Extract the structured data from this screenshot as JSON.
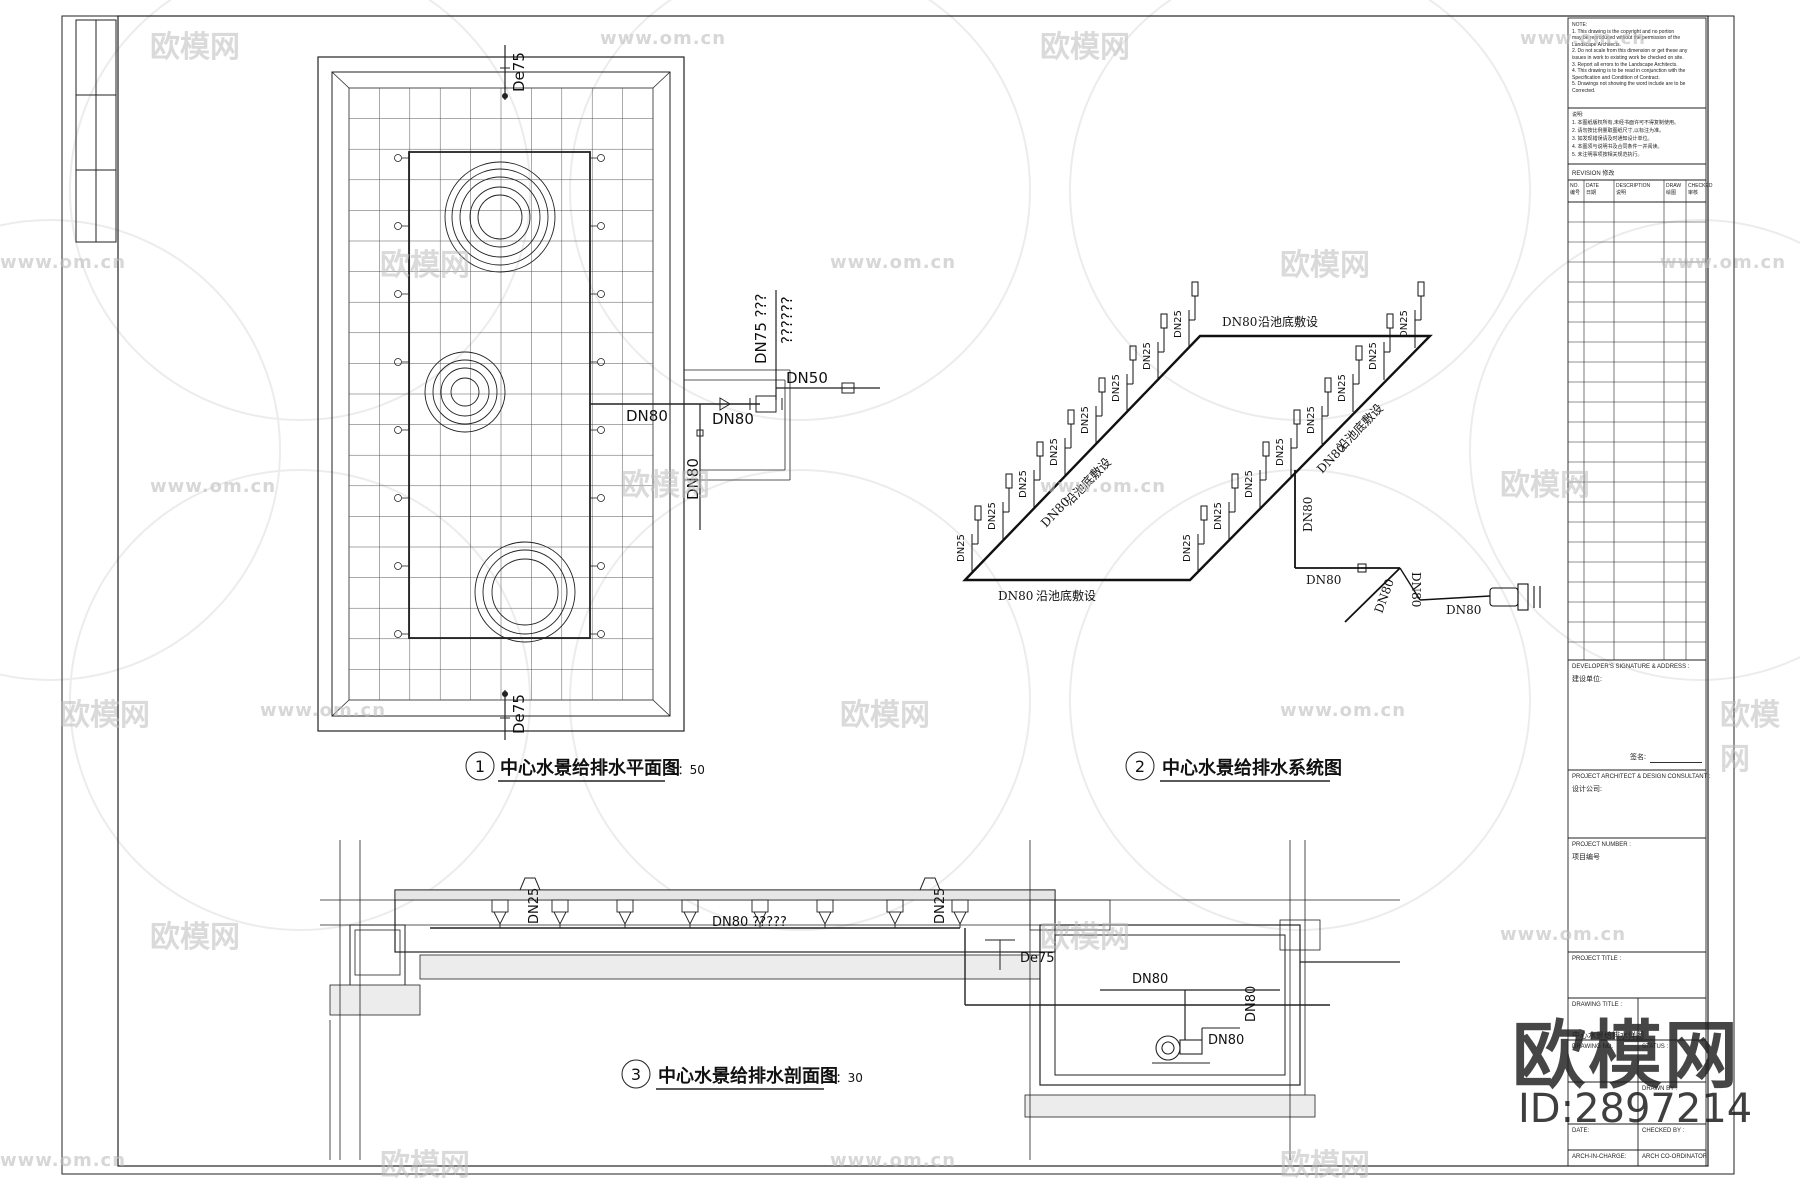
{
  "views": {
    "plan": {
      "num": "1",
      "title": "中心水景给排水平面图",
      "scale": "1：50"
    },
    "system": {
      "num": "2",
      "title": "中心水景给排水系统图"
    },
    "section": {
      "num": "3",
      "title": "中心水景给排水剖面图",
      "scale": "1：30"
    }
  },
  "plan_labels": {
    "de75_top": "De75",
    "de75_bottom": "De75",
    "dn75_note": "DN75 ???",
    "note_q": "??????",
    "dn50": "DN50",
    "dn80_a": "DN80",
    "dn80_b": "DN80",
    "dn80_v": "DN80"
  },
  "system_labels": {
    "dn80_top": "DN80",
    "lay_top": "沿池底敷设",
    "dn80_bottom": "DN80",
    "lay_bottom": "沿池底敷设",
    "dn80_diag_left": "DN80",
    "lay_diag_left": "沿池底敷设",
    "dn80_diag_right": "DN80",
    "lay_diag_right": "沿池底敷设",
    "dn25": "DN25",
    "dn80_drop": "DN80",
    "dn80_h1": "DN80",
    "dn80_h2": "DN80",
    "dn80_h3": "DN80",
    "dn80_h4": "DN80"
  },
  "section_labels": {
    "dn80_q": "DN80 ?????",
    "dn75": "De75",
    "dn25_a": "DN25",
    "dn25_b": "DN25",
    "dn80_a": "DN80",
    "dn80_b": "DN80",
    "dn80_c": "DN80"
  },
  "titleblock": {
    "note_en_head": "NOTE:",
    "notes_en": [
      "1. This drawing is the copyright and no portion",
      "may be reproduced without the permission of the",
      "Landscape Architects.",
      "2. Do not scale from this dimension or get these any",
      "issues in work to existing work be checked on site.",
      "3. Report all errors to the Landscape Architects.",
      "4. This drawing is to be read in conjunction with the",
      "Specification and Condition of Contract.",
      "5. Drawings not showing the word include are to be",
      "Corrected."
    ],
    "note_cn_head": "说明:",
    "notes_cn": [
      "1. 本图纸版权所有,未经书面许可不得复制使用。",
      "2. 请勿按比例量取图纸尺寸,以标注为准。",
      "3. 如发现错误请及时通知设计单位。",
      "4. 本图须与说明书及合同条件一并阅读。",
      "5. 未注明事项按相关规范执行。"
    ],
    "revision": "REVISION 修改",
    "rev_headers": [
      "NO.",
      "DATE",
      "DESCRIPTION",
      "DRAW",
      "CHECKED"
    ],
    "rev_headers_cn": [
      "编号",
      "日期",
      "说明",
      "绘图",
      "审核"
    ],
    "developer": "DEVELOPER'S SIGNATURE & ADDRESS :",
    "developer_cn": "建设单位:",
    "sign": "签名:",
    "architect": "PROJECT ARCHITECT & DESIGN CONSULTANT :",
    "architect_cn": "设计公司:",
    "project_no": "PROJECT NUMBER :",
    "project_no_cn": "项目编号",
    "project_title": "PROJECT TITLE :",
    "drawing_title": "DRAWING TITLE :",
    "drawing_title_cn": "中心水景给排水详图",
    "drawing_no": "DRAWING NO.",
    "status": "STATUS :",
    "drawn_by": "DRAWN BY :",
    "date": "DATE:",
    "checked_by": "CHECKED BY :",
    "arch_in_charge": "ARCH-IN-CHARGE:",
    "arch_coord": "ARCH CO-ORDINATOR:"
  },
  "watermark": {
    "brand": "欧模网",
    "url": "www.om.cn",
    "id": "ID:2897214"
  }
}
